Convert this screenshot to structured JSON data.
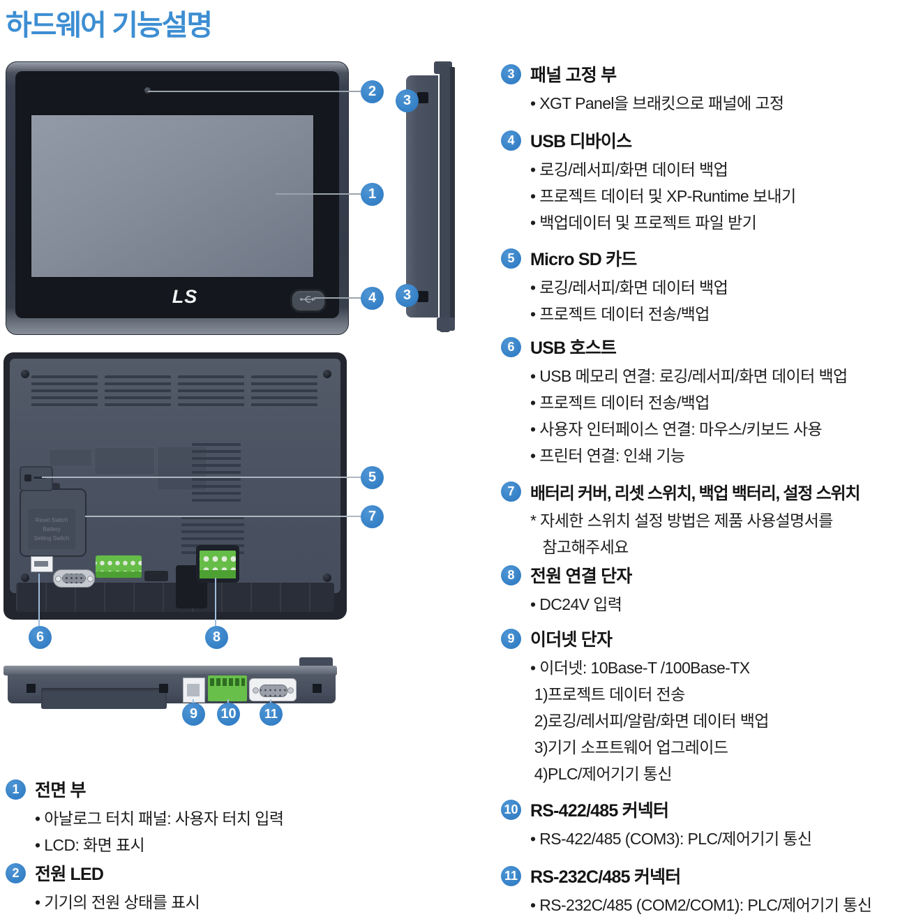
{
  "page": {
    "title": "하드웨어 기능설명"
  },
  "colors": {
    "accent_blue": "#3d8ed2",
    "callout_blue": "#2e7dc6",
    "terminal_green": "#68bf4a",
    "device_gray": "#4a5262"
  },
  "device": {
    "brand": "LS",
    "battery_cover_lines": [
      "Reset Switch",
      "Battery",
      "Setting Switch"
    ]
  },
  "callout_numbers": {
    "c1": "1",
    "c2": "2",
    "c3": "3",
    "c4": "4",
    "c5": "5",
    "c6": "6",
    "c7": "7",
    "c8": "8",
    "c9": "9",
    "c10": "10",
    "c11": "11"
  },
  "sections_left": [
    {
      "num": "1",
      "title": "전면 부",
      "items": [
        "• 아날로그 터치 패널: 사용자 터치 입력",
        "• LCD: 화면 표시"
      ]
    },
    {
      "num": "2",
      "title": "전원 LED",
      "items": [
        "• 기기의 전원 상태를 표시"
      ]
    }
  ],
  "sections_right": [
    {
      "num": "3",
      "title": "패널 고정 부",
      "items": [
        "• XGT Panel을 브래킷으로 패널에 고정"
      ]
    },
    {
      "num": "4",
      "title": "USB 디바이스",
      "items": [
        "• 로깅/레서피/화면 데이터 백업",
        "• 프로젝트 데이터 및 XP-Runtime 보내기",
        "• 백업데이터 및 프로젝트 파일 받기"
      ]
    },
    {
      "num": "5",
      "title": "Micro SD 카드",
      "items": [
        "• 로깅/레서피/화면 데이터 백업",
        "• 프로젝트 데이터 전송/백업"
      ]
    },
    {
      "num": "6",
      "title": "USB 호스트",
      "items": [
        "• USB 메모리 연결: 로깅/레서피/화면 데이터 백업",
        "• 프로젝트 데이터 전송/백업",
        "• 사용자 인터페이스 연결: 마우스/키보드 사용",
        "• 프린터 연결: 인쇄 기능"
      ]
    },
    {
      "num": "7",
      "title": "배터리 커버, 리셋 스위치, 백업 백터리, 설정 스위치",
      "items": [
        "* 자세한 스위치 설정 방법은 제품 사용설명서를",
        "   참고해주세요"
      ]
    },
    {
      "num": "8",
      "title": "전원 연결 단자",
      "items": [
        "• DC24V 입력"
      ]
    },
    {
      "num": "9",
      "title": "이더넷 단자",
      "items": [
        "• 이더넷: 10Base-T /100Base-TX",
        " 1)프로젝트 데이터 전송",
        " 2)로깅/레서피/알람/화면 데이터 백업",
        " 3)기기 소프트웨어 업그레이드",
        " 4)PLC/제어기기 통신"
      ]
    },
    {
      "num": "10",
      "title": "RS-422/485 커넥터",
      "items": [
        "• RS-422/485 (COM3): PLC/제어기기 통신"
      ]
    },
    {
      "num": "11",
      "title": "RS-232C/485 커넥터",
      "items": [
        "• RS-232C/485 (COM2/COM1): PLC/제어기기 통신"
      ]
    }
  ]
}
